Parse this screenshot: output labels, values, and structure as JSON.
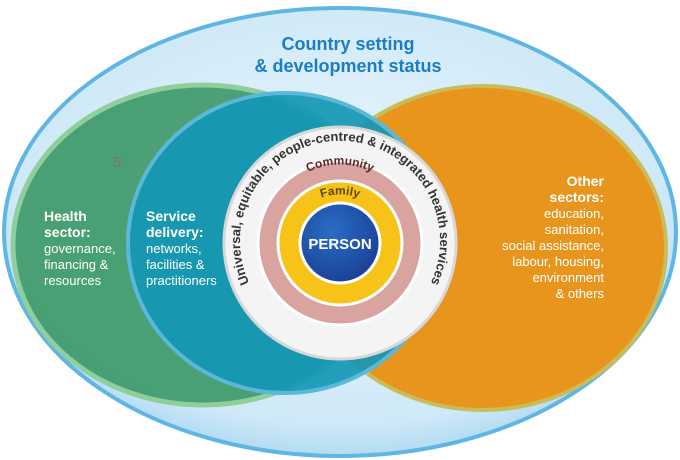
{
  "title": {
    "line1": "Country setting",
    "line2": "& development status"
  },
  "health_sector": {
    "heading1": "Health",
    "heading2": "sector:",
    "lines": [
      "governance,",
      "financing &",
      "resources"
    ]
  },
  "service_delivery": {
    "heading1": "Service",
    "heading2": "delivery:",
    "lines": [
      "networks,",
      "facilities &",
      "practitioners"
    ]
  },
  "other_sectors": {
    "heading1": "Other",
    "heading2": "sectors:",
    "lines": [
      "education,",
      "sanitation,",
      "social assistance,",
      "labour, housing,",
      "environment",
      "& others"
    ]
  },
  "rings": {
    "services": "Universal, equitable, people-centred & integrated health services",
    "community": "Community",
    "family": "Family",
    "person": "PERSON"
  },
  "stray_mark": "5",
  "colors": {
    "title": "#1a7dc6",
    "green": "#3f9a6a",
    "teal": "#1497b5",
    "orange": "#e8951e",
    "pink": "#d9a3a0",
    "yellow": "#f7c318",
    "person": "#1f4fa8"
  }
}
